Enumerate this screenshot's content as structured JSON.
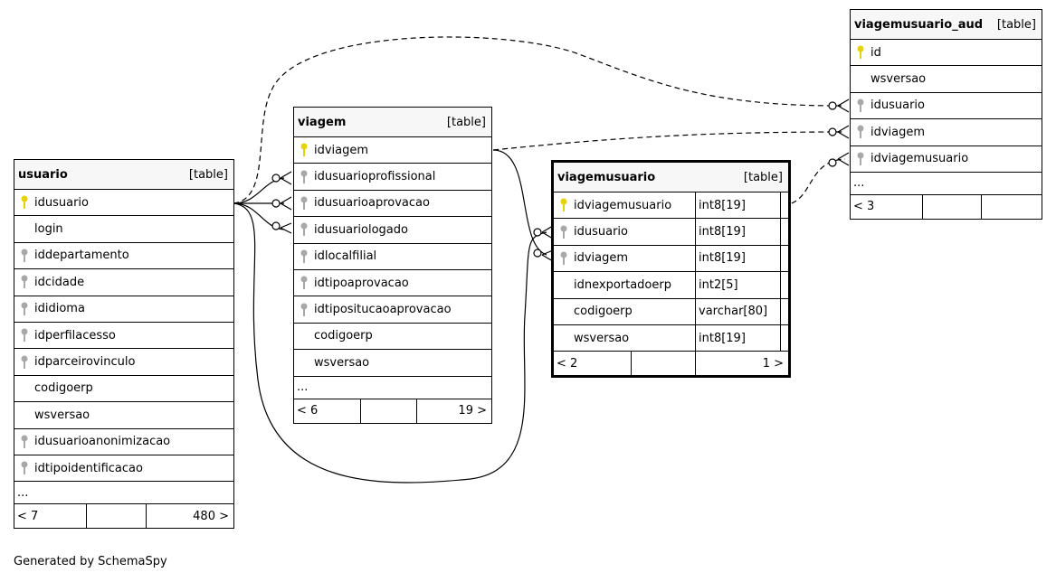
{
  "tables": {
    "usuario": {
      "name": "usuario",
      "kind": "[table]",
      "columns": [
        {
          "name": "idusuario",
          "key": "primary"
        },
        {
          "name": "login",
          "key": "none"
        },
        {
          "name": "iddepartamento",
          "key": "foreign"
        },
        {
          "name": "idcidade",
          "key": "foreign"
        },
        {
          "name": "ididioma",
          "key": "foreign"
        },
        {
          "name": "idperfilacesso",
          "key": "foreign"
        },
        {
          "name": "idparceirovinculo",
          "key": "foreign"
        },
        {
          "name": "codigoerp",
          "key": "none"
        },
        {
          "name": "wsversao",
          "key": "none"
        },
        {
          "name": "idusuarioanonimizacao",
          "key": "foreign"
        },
        {
          "name": "idtipoidentificacao",
          "key": "foreign"
        }
      ],
      "more": "...",
      "footer": {
        "left": "< 7",
        "middle": "",
        "right": "480 >"
      }
    },
    "viagem": {
      "name": "viagem",
      "kind": "[table]",
      "columns": [
        {
          "name": "idviagem",
          "key": "primary"
        },
        {
          "name": "idusuarioprofissional",
          "key": "foreign"
        },
        {
          "name": "idusuarioaprovacao",
          "key": "foreign"
        },
        {
          "name": "idusuariologado",
          "key": "foreign"
        },
        {
          "name": "idlocalfilial",
          "key": "foreign"
        },
        {
          "name": "idtipoaprovacao",
          "key": "foreign"
        },
        {
          "name": "idtipositucaoaprovacao",
          "key": "foreign"
        },
        {
          "name": "codigoerp",
          "key": "none"
        },
        {
          "name": "wsversao",
          "key": "none"
        }
      ],
      "more": "...",
      "footer": {
        "left": "< 6",
        "middle": "",
        "right": "19 >"
      }
    },
    "viagemusuario": {
      "name": "viagemusuario",
      "kind": "[table]",
      "columns": [
        {
          "name": "idviagemusuario",
          "type": "int8[19]",
          "key": "primary"
        },
        {
          "name": "idusuario",
          "type": "int8[19]",
          "key": "foreign"
        },
        {
          "name": "idviagem",
          "type": "int8[19]",
          "key": "foreign"
        },
        {
          "name": "idnexportadoerp",
          "type": "int2[5]",
          "key": "none"
        },
        {
          "name": "codigoerp",
          "type": "varchar[80]",
          "key": "none"
        },
        {
          "name": "wsversao",
          "type": "int8[19]",
          "key": "none"
        }
      ],
      "footer": {
        "left": "< 2",
        "middle": "",
        "right": "1 >"
      }
    },
    "viagemusuario_aud": {
      "name": "viagemusuario_aud",
      "kind": "[table]",
      "columns": [
        {
          "name": "id",
          "key": "primary"
        },
        {
          "name": "wsversao",
          "key": "none"
        },
        {
          "name": "idusuario",
          "key": "foreign"
        },
        {
          "name": "idviagem",
          "key": "foreign"
        },
        {
          "name": "idviagemusuario",
          "key": "foreign"
        }
      ],
      "more": "...",
      "footer": {
        "left": "< 3",
        "middle": "",
        "right": ""
      }
    }
  },
  "colors": {
    "primary_key": "#e6d200",
    "foreign_key": "#a8a8a8",
    "header_bg": "#f7f7f7"
  },
  "generated_by": "Generated by SchemaSpy"
}
